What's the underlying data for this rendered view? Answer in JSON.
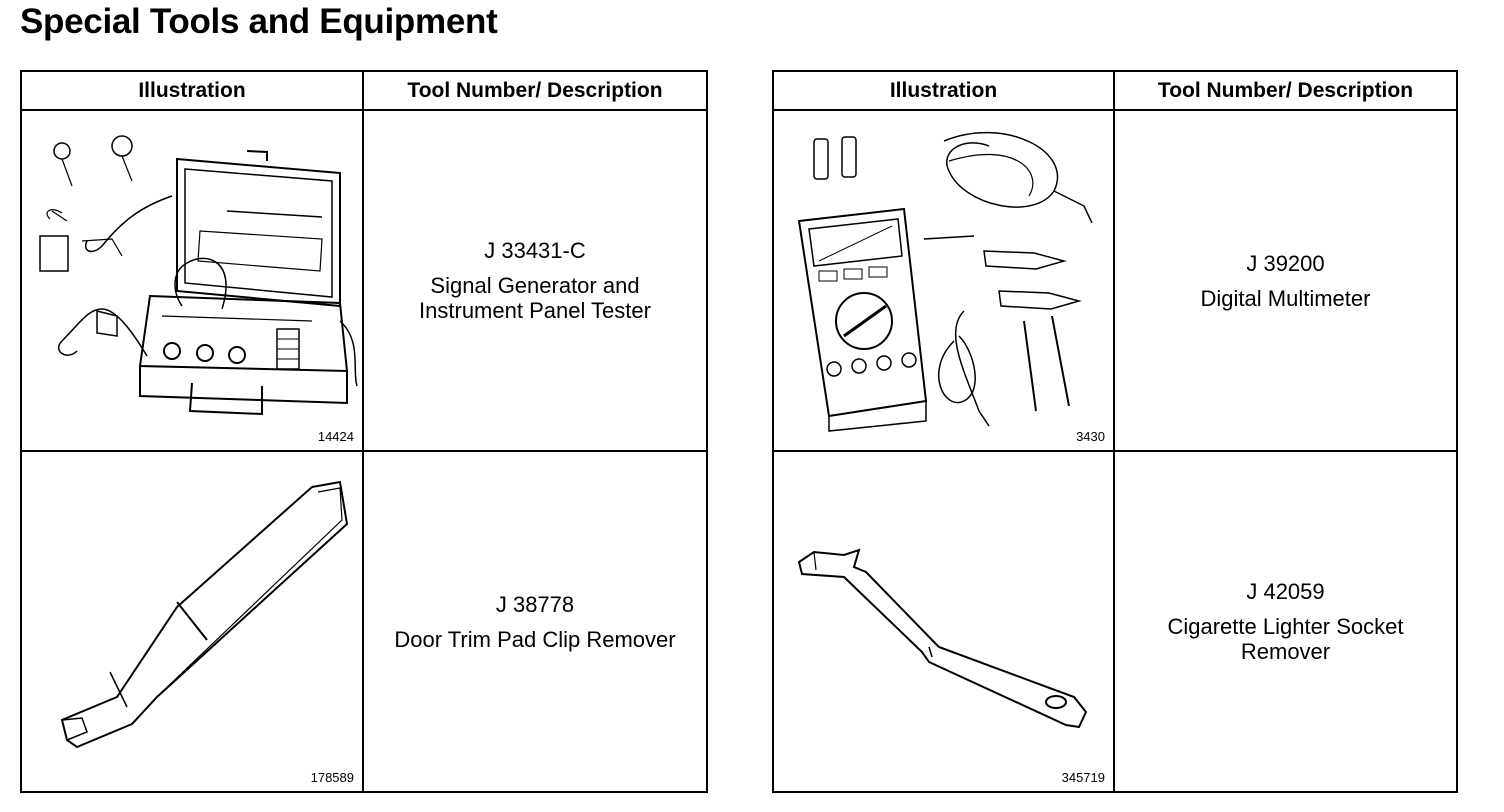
{
  "page": {
    "title": "Special Tools and Equipment"
  },
  "tables": [
    {
      "headers": {
        "illustration": "Illustration",
        "tool": "Tool Number/ Description"
      },
      "rows": [
        {
          "figure_number": "14424",
          "tool_number": "J 33431-C",
          "description": "Signal Generator and Instrument Panel Tester",
          "icon": "tester-case-icon"
        },
        {
          "figure_number": "178589",
          "tool_number": "J 38778",
          "description": "Door Trim Pad Clip Remover",
          "icon": "clip-remover-icon"
        }
      ]
    },
    {
      "headers": {
        "illustration": "Illustration",
        "tool": "Tool Number/ Description"
      },
      "rows": [
        {
          "figure_number": "3430",
          "tool_number": "J 39200",
          "description": "Digital Multimeter",
          "icon": "multimeter-icon"
        },
        {
          "figure_number": "345719",
          "tool_number": "J 42059",
          "description": "Cigarette Lighter Socket Remover",
          "icon": "socket-remover-icon"
        }
      ]
    }
  ]
}
